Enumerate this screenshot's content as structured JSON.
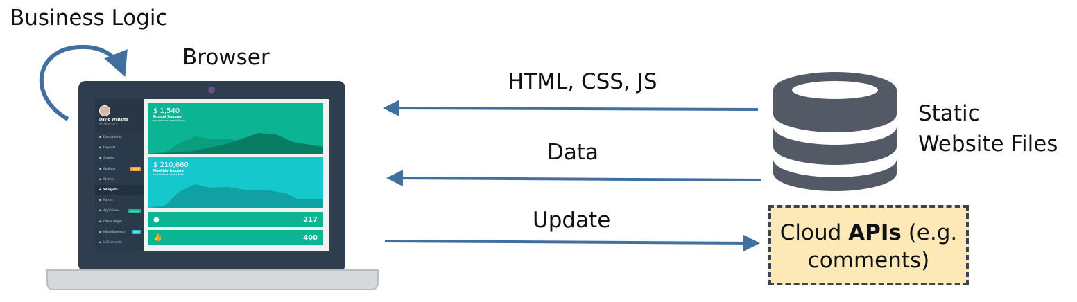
{
  "labels": {
    "business_logic": "Business Logic",
    "browser": "Browser",
    "html_css_js": "HTML, CSS, JS",
    "data": "Data",
    "update": "Update",
    "static_files_1": "Static",
    "static_files_2": "Website Files",
    "cloud_pre": "Cloud ",
    "cloud_bold": "APIs",
    "cloud_post": " (e.g.",
    "cloud_line2": "comments)"
  },
  "colors": {
    "arrow": "#41709f",
    "database": "#535965",
    "cloud_fill": "#fde9b8",
    "teal": "#0bb493",
    "cyan": "#15c8cc"
  },
  "dashboard": {
    "user": {
      "name": "David Williams",
      "role": "Art Director ▾"
    },
    "menu": [
      {
        "label": "Dashboards",
        "icon": "grid-icon"
      },
      {
        "label": "Layouts",
        "icon": "diamond-icon"
      },
      {
        "label": "Graphs",
        "icon": "bar-chart-icon"
      },
      {
        "label": "Mailbox",
        "icon": "envelope-icon",
        "badge": "16/24",
        "badge_color": "#f0a23a"
      },
      {
        "label": "Metrics",
        "icon": "gauge-icon"
      },
      {
        "label": "Widgets",
        "icon": "flask-icon",
        "active": true
      },
      {
        "label": "Forms",
        "icon": "edit-icon"
      },
      {
        "label": "App Views",
        "icon": "desktop-icon",
        "badge": "SPECIAL",
        "badge_color": "#1ab394"
      },
      {
        "label": "Other Pages",
        "icon": "globe-icon"
      },
      {
        "label": "Miscellaneous",
        "icon": "globe-icon",
        "badge": "NEW",
        "badge_color": "#23c6c8"
      },
      {
        "label": "UI Elements",
        "icon": "flask-icon"
      }
    ],
    "cards": {
      "annual": {
        "value": "$ 1,540",
        "title": "Annual income",
        "subtitle": "Income form project Alpha."
      },
      "monthly": {
        "value": "$ 210,660",
        "title": "Monthly income",
        "subtitle": "Income form project Beta."
      },
      "users": {
        "value": "217",
        "icon": "user-icon"
      },
      "likes": {
        "value": "400",
        "icon": "thumbs-up-icon"
      }
    }
  }
}
